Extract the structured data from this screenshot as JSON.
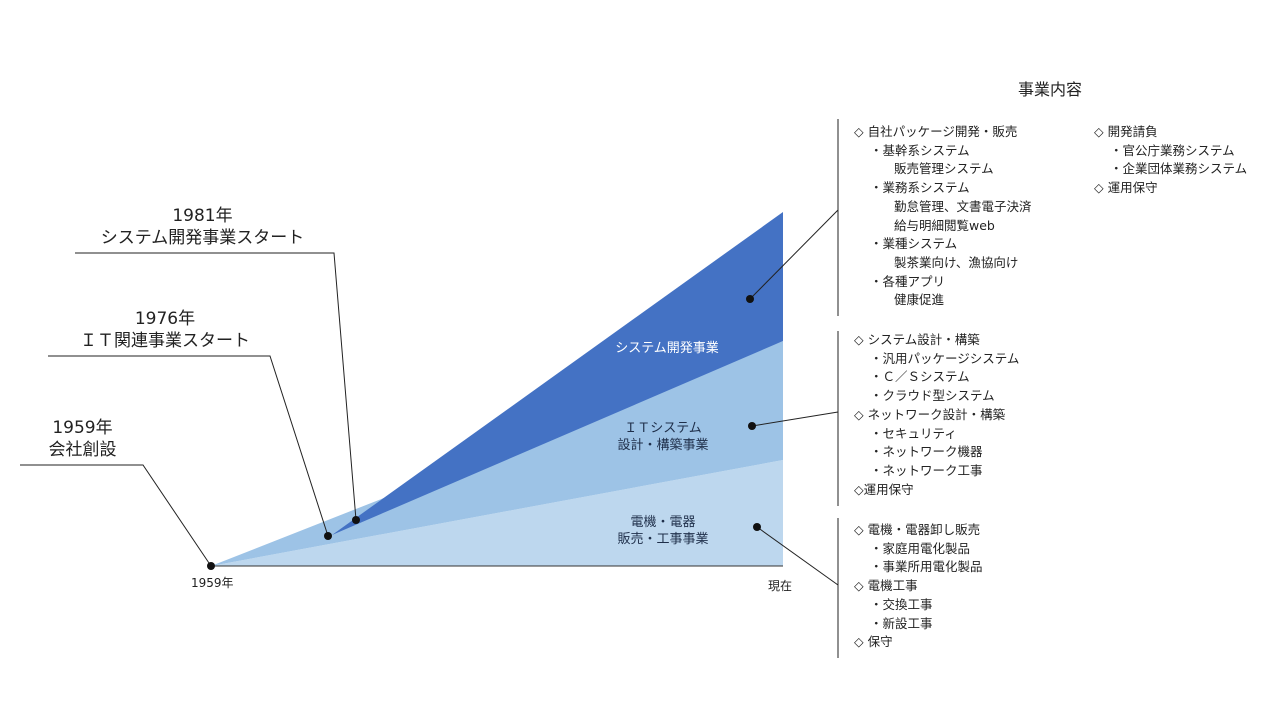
{
  "title": "事業内容",
  "axis": {
    "start": "1959年",
    "end": "現在"
  },
  "milestones": [
    {
      "year": "1981年",
      "label": "システム開発事業スタート"
    },
    {
      "year": "1976年",
      "label": "ＩＴ関連事業スタート"
    },
    {
      "year": "1959年",
      "label": "会社創設"
    }
  ],
  "bands": [
    {
      "line1": "システム開発事業",
      "line2": "",
      "color": "#4472c4"
    },
    {
      "line1": "ＩＴシステム",
      "line2": "設計・構築事業",
      "color": "#9dc3e6"
    },
    {
      "line1": "電機・電器",
      "line2": "販売・工事事業",
      "color": "#bdd7ee"
    }
  ],
  "details": {
    "system_dev_left": [
      {
        "level": 0,
        "text": "◇ 自社パッケージ開発・販売"
      },
      {
        "level": 1,
        "text": "・基幹系システム"
      },
      {
        "level": 2,
        "text": "販売管理システム"
      },
      {
        "level": 1,
        "text": "・業務系システム"
      },
      {
        "level": 2,
        "text": "勤怠管理、文書電子決済"
      },
      {
        "level": 2,
        "text": "給与明細閲覧web"
      },
      {
        "level": 1,
        "text": "・業種システム"
      },
      {
        "level": 2,
        "text": "製茶業向け、漁協向け"
      },
      {
        "level": 1,
        "text": "・各種アプリ"
      },
      {
        "level": 2,
        "text": "健康促進"
      }
    ],
    "system_dev_right": [
      {
        "level": 0,
        "text": "◇ 開発請負"
      },
      {
        "level": 1,
        "text": "・官公庁業務システム"
      },
      {
        "level": 1,
        "text": "・企業団体業務システム"
      },
      {
        "level": 0,
        "text": "◇ 運用保守"
      }
    ],
    "it_system": [
      {
        "level": 0,
        "text": "◇ システム設計・構築"
      },
      {
        "level": 1,
        "text": "・汎用パッケージシステム"
      },
      {
        "level": 1,
        "text": "・Ｃ／Ｓシステム"
      },
      {
        "level": 1,
        "text": "・クラウド型システム"
      },
      {
        "level": 0,
        "text": "◇ ネットワーク設計・構築"
      },
      {
        "level": 1,
        "text": "・セキュリティ"
      },
      {
        "level": 1,
        "text": "・ネットワーク機器"
      },
      {
        "level": 1,
        "text": "・ネットワーク工事"
      },
      {
        "level": 0,
        "text": "◇運用保守"
      }
    ],
    "electric": [
      {
        "level": 0,
        "text": "◇ 電機・電器卸し販売"
      },
      {
        "level": 1,
        "text": "・家庭用電化製品"
      },
      {
        "level": 1,
        "text": "・事業所用電化製品"
      },
      {
        "level": 0,
        "text": "◇ 電機工事"
      },
      {
        "level": 1,
        "text": "・交換工事"
      },
      {
        "level": 1,
        "text": "・新設工事"
      },
      {
        "level": 0,
        "text": "◇ 保守"
      }
    ]
  }
}
